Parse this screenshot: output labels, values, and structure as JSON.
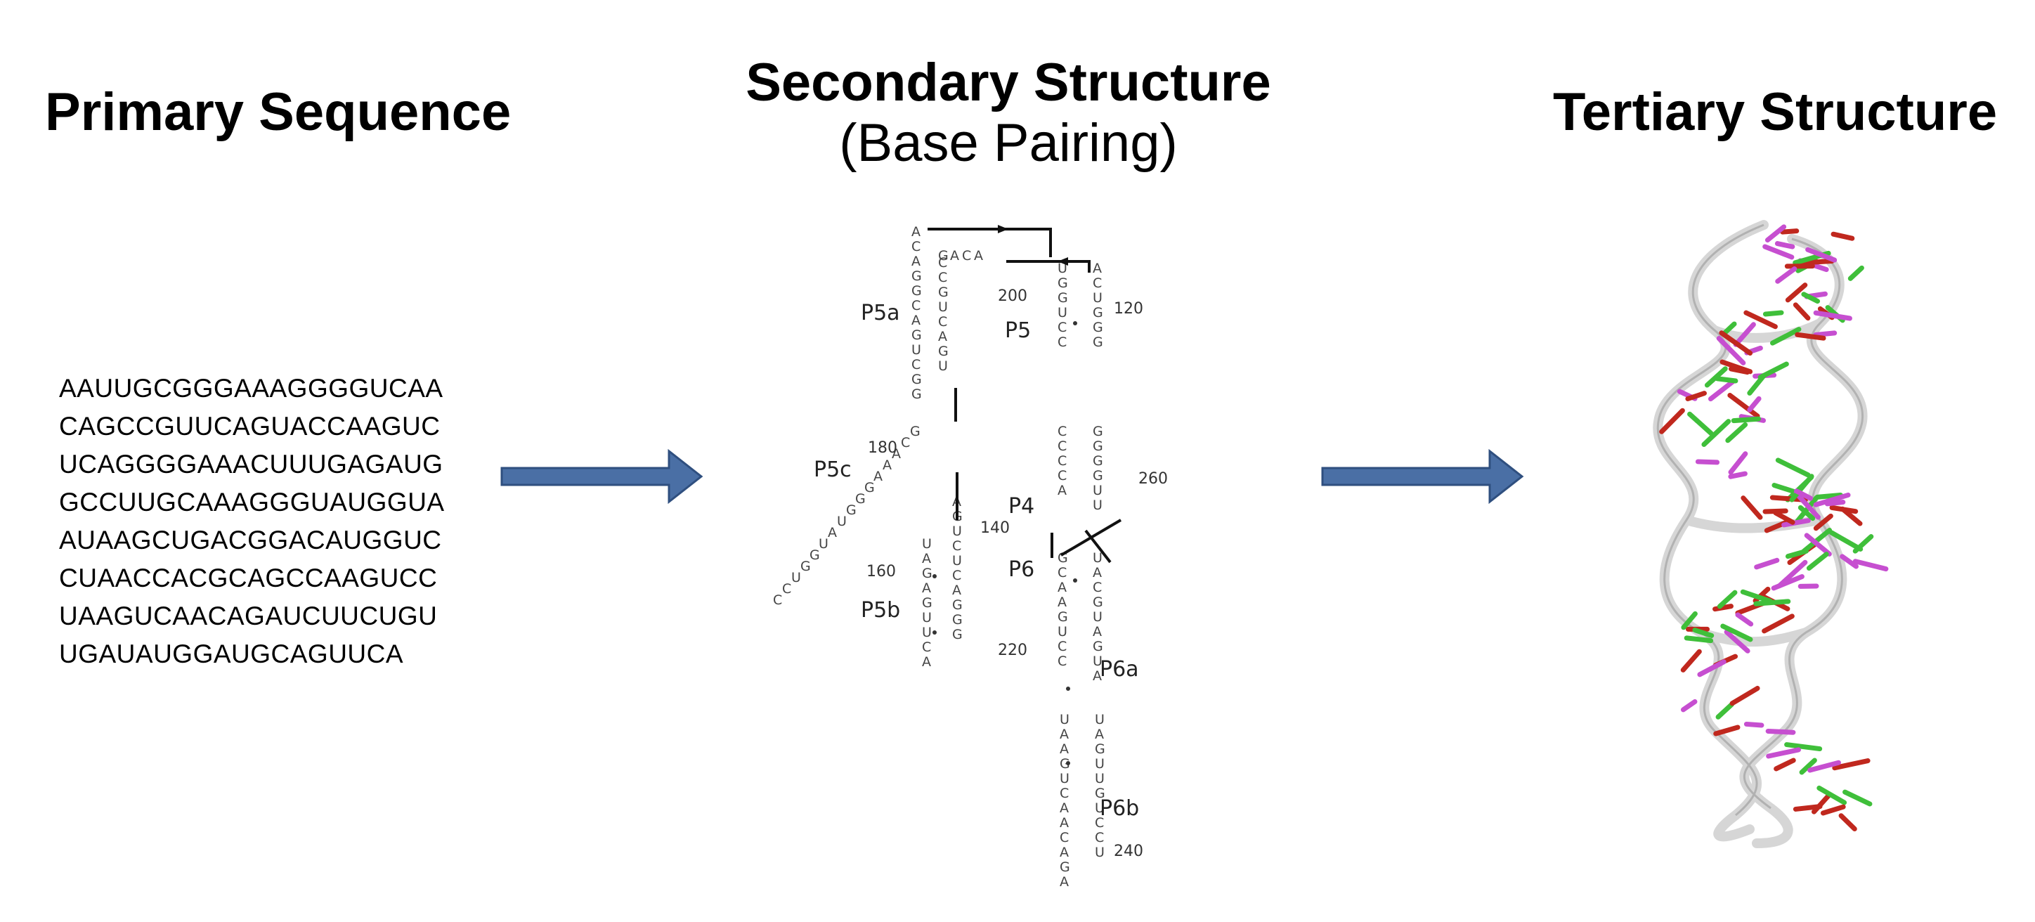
{
  "titles": {
    "primary": "Primary Sequence",
    "secondary": "Secondary  Structure",
    "secondary_sub": "(Base Pairing)",
    "tertiary": "Tertiary Structure"
  },
  "sequence": [
    "AAUUGCGGGAAAGGGGUCAA",
    "CAGCCGUUCAGUACCAAGUC",
    "UCAGGGGAAACUUUGAGAUG",
    "GCCUUGCAAAGGGUAUGGUA",
    "AUAAGCUGACGGACAUGGUC",
    "CUAACCACGCAGCCAAGUCC",
    "UAAGUCAACAGAUCUUCUGU",
    "UGAUAUGGAUGCAGUUCA"
  ],
  "diagram": {
    "helix_labels": [
      "P5a",
      "P5",
      "P5c",
      "P4",
      "P6",
      "P5b",
      "P6a",
      "P6b"
    ],
    "position_labels": [
      "120",
      "200",
      "180",
      "260",
      "140",
      "160",
      "220",
      "240"
    ],
    "strands": {
      "p5a_left": "ACAGGCAGUCGG",
      "p5a_right": "CCGUCAGU",
      "p5_left": "UGGUCC",
      "p5_right": "ACUGGG",
      "loop_gaca": "GACA",
      "p5c_loop": "GCAAAGGGUAUGGUCC",
      "p5b_left": "UAGAGUUCA",
      "p5b_right": "AGUCUCAGGG",
      "p4_left": "CCCCA",
      "p4_right": "GGGGUU",
      "p6_left": "GCAAGUCC",
      "p6_right": "UACGUAGUA",
      "p6b_left": "UAAGUCAACAGA",
      "p6b_right": "UAGUUGUCCU"
    }
  },
  "colors": {
    "arrow_fill": "#4a6fa5",
    "arrow_stroke": "#2f4f7f",
    "backbone": "#d6d6d6",
    "base_red": "#c0281e",
    "base_green": "#3fbf3a",
    "base_magenta": "#c64fd0"
  }
}
